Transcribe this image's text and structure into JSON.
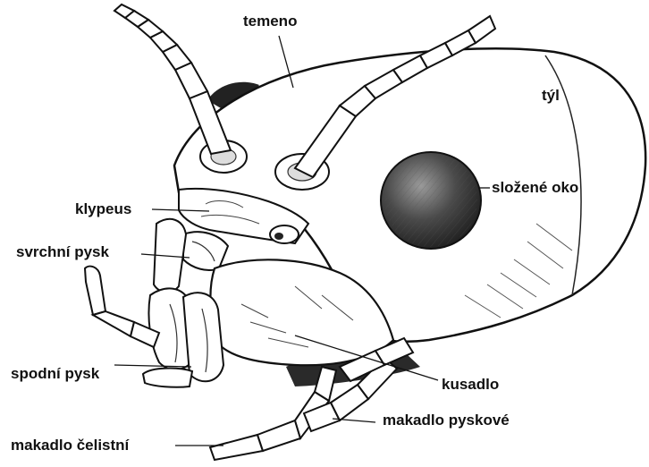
{
  "labels": {
    "temeno": "temeno",
    "tyl": "týl",
    "klypeus": "klypeus",
    "svrchni_pysk": "svrchní pysk",
    "slozene_oko": "složené oko",
    "spodni_pysk": "spodní pysk",
    "kusadlo": "kusadlo",
    "makadlo_pyskove": "makadlo pyskové",
    "makadlo_celistni": "makadlo čelistní"
  },
  "colors": {
    "ink": "#111111",
    "eye": "#3a3a3a",
    "background": "#ffffff"
  }
}
